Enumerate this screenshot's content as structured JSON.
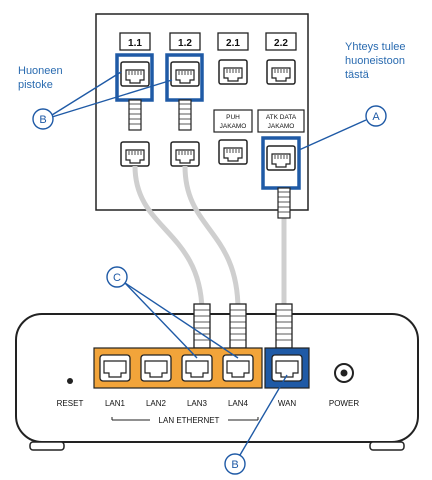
{
  "panel": {
    "port_labels": [
      "1.1",
      "1.2",
      "2.1",
      "2.2"
    ],
    "puh_line1": "PUH",
    "puh_line2": "JAKAMO",
    "atk_line1": "ATK DATA",
    "atk_line2": "JAKAMO"
  },
  "annotations": {
    "room_socket_line1": "Huoneen",
    "room_socket_line2": "pistoke",
    "incoming_line1": "Yhteys tulee",
    "incoming_line2": "huoneistoon",
    "incoming_line3": "tästä",
    "callouts": {
      "a": "A",
      "b_top": "B",
      "c": "C",
      "b_bottom": "B"
    }
  },
  "router": {
    "reset": "RESET",
    "lan_ports": [
      "LAN1",
      "LAN2",
      "LAN3",
      "LAN4"
    ],
    "wan": "WAN",
    "power": "POWER",
    "lan_group": "LAN ETHERNET"
  },
  "colors": {
    "blue": "#1f5aa6",
    "orange": "#f2a43a",
    "annotation_text": "#2a6bb0",
    "cable": "#d9d9d9"
  }
}
